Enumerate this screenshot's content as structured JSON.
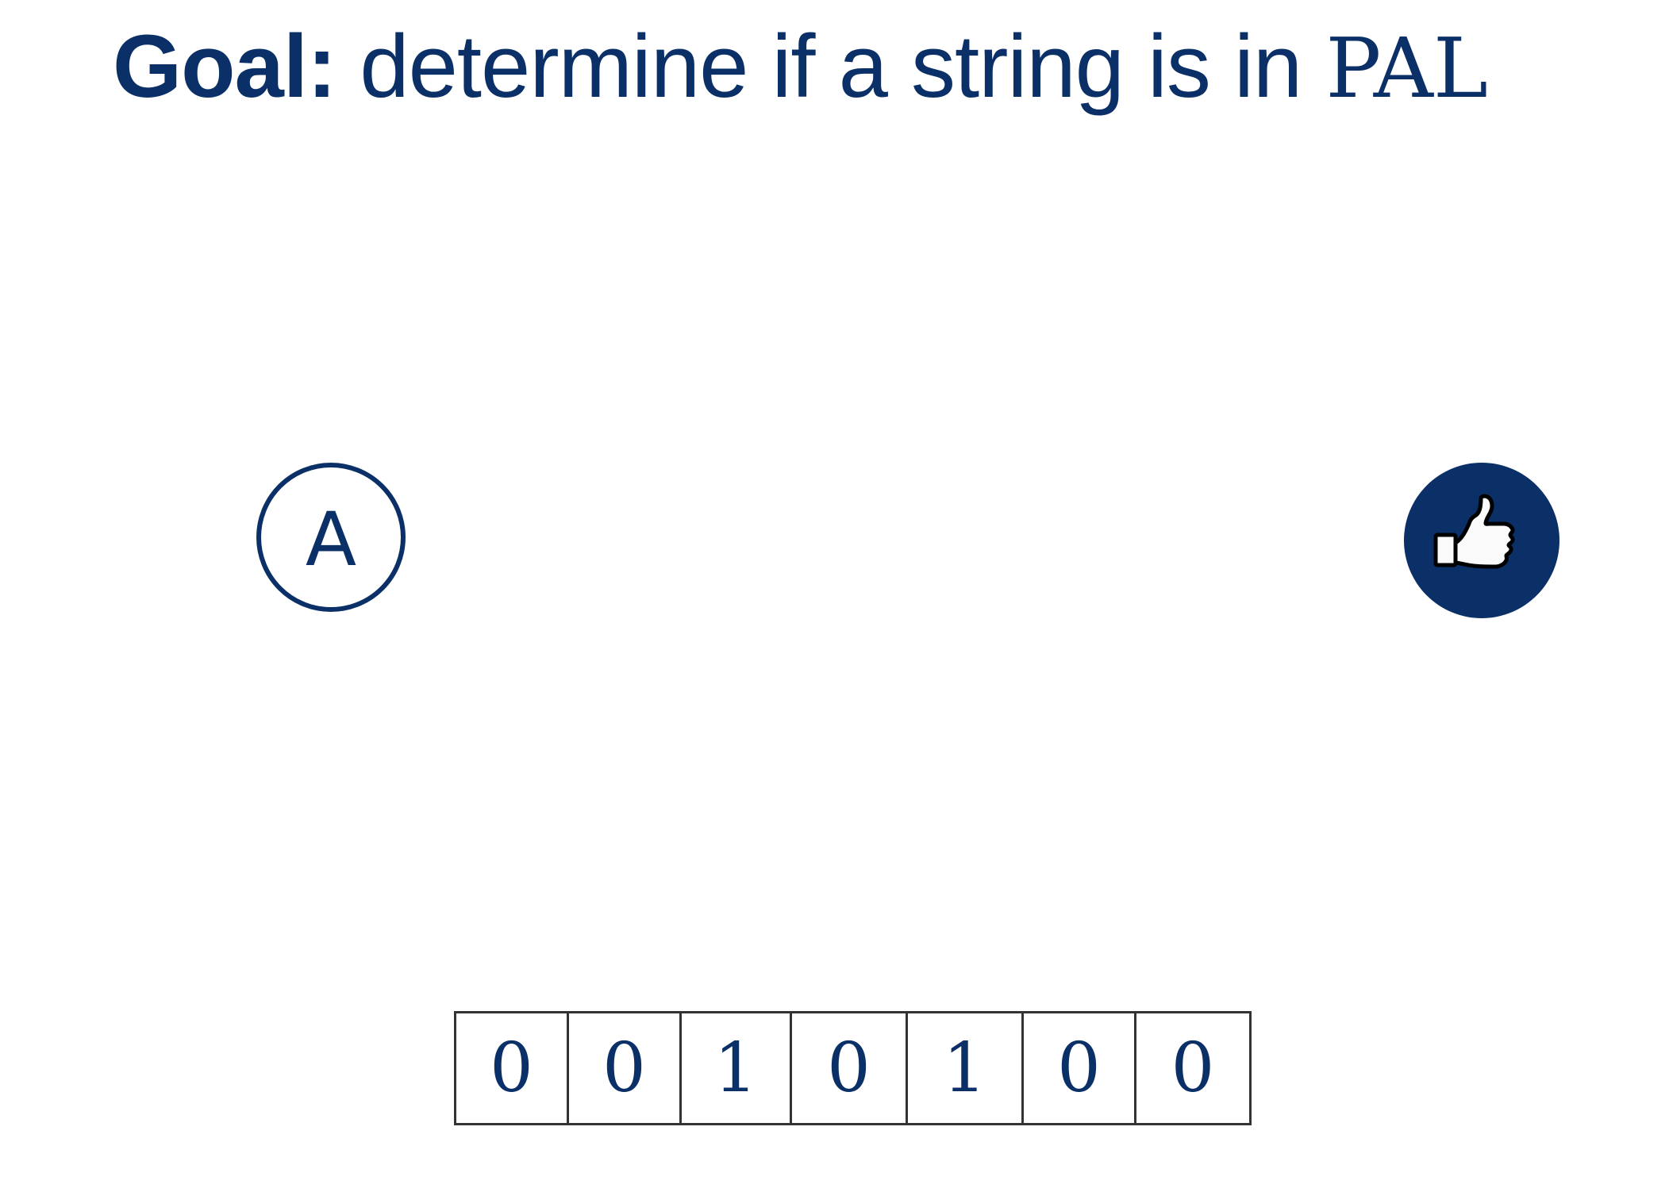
{
  "title": {
    "bold": "Goal:",
    "text": " determine if a string is in ",
    "language": "PAL"
  },
  "state": {
    "label": "A"
  },
  "accept": {
    "icon": "thumbs-up-icon",
    "fill": "#0b3068"
  },
  "tape": {
    "cells": [
      "0",
      "0",
      "1",
      "0",
      "1",
      "0",
      "0"
    ]
  },
  "colors": {
    "primary": "#0b3068",
    "tape_border": "#333333"
  }
}
